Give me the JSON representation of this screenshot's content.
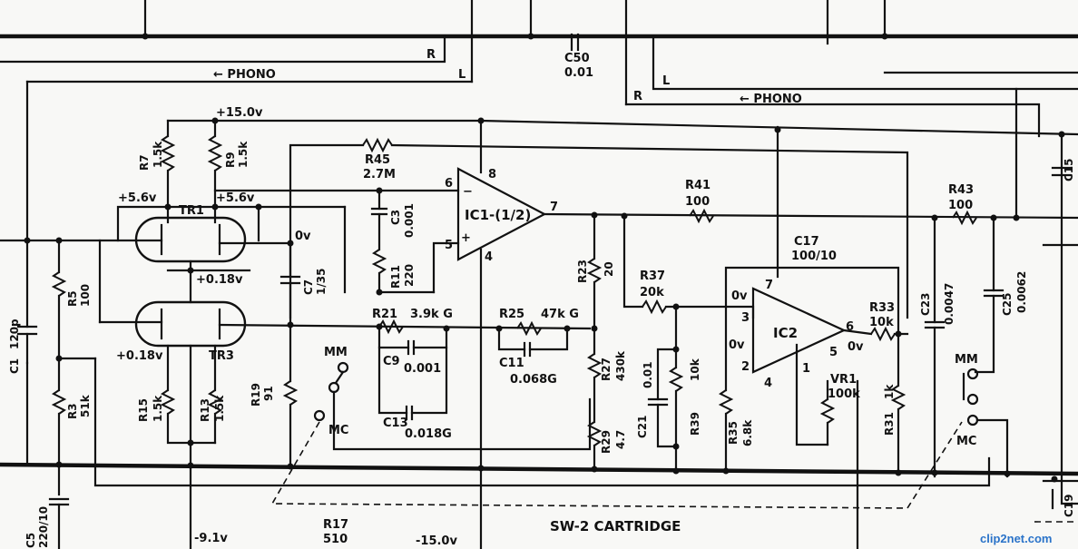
{
  "schematic": {
    "labels": {
      "r_top": "R",
      "l_top": "L",
      "c50": "C50",
      "c50_val": "0.01",
      "phono_left": "← PHONO",
      "phono_right": "← PHONO",
      "r_right": "R",
      "l_right": "L",
      "plus15": "+15.0v",
      "r7": "R7",
      "r7_val": "1.5k",
      "r9": "R9",
      "r9_val": "1.5k",
      "r45": "R45",
      "r45_val": "2.7M",
      "pin6": "6",
      "pin8": "8",
      "pin5": "5",
      "pin4": "4",
      "pin7": "7",
      "ic1": "IC1-(1/2)",
      "c3": "C3",
      "c3_val": "0.001",
      "r11": "R11",
      "r11_val": "220",
      "v56a": "+5.6v",
      "v56b": "+5.6v",
      "tr1": "TR1",
      "tr3": "TR3",
      "ov1": "0v",
      "v018a": "+0.18v",
      "v018b": "+0.18v",
      "c7": "C7",
      "c7_val": "1/35",
      "r5": "R5",
      "r5_val": "100",
      "c1": "C1",
      "c1_val": "120p",
      "r3": "R3",
      "r3_val": "51k",
      "r15": "R15",
      "r15_val": "1.5k",
      "r13": "R13",
      "r13_val": "1.5k",
      "r19": "R19",
      "r19_val": "91",
      "mm_left": "MM",
      "mc_left": "MC",
      "r21": "R21",
      "r21_val": "3.9k G",
      "c9": "C9",
      "c9_val": "0.001",
      "c13": "C13",
      "c13_val": "0.018G",
      "r25": "R25",
      "r25_val": "47k G",
      "c11": "C11",
      "c11_val": "0.068G",
      "r23": "R23",
      "r23_val": "20",
      "r27": "R27",
      "r27_val": "430k",
      "r29": "R29",
      "r29_val": "4.7",
      "r41": "R41",
      "r41_val": "100",
      "r37": "R37",
      "r37_val": "20k",
      "c17": "C17",
      "c17_val": "100/10",
      "ic2": "IC2",
      "ic2_p7": "7",
      "ic2_p3": "3",
      "ic2_p2": "2",
      "ic2_p4": "4",
      "ic2_p1": "1",
      "ic2_p5": "5",
      "ic2_p6": "6",
      "ov_a": "0v",
      "ov_b": "0v",
      "ov_c": "0v",
      "c21": "C21",
      "c21_val": "0.01",
      "r39": "R39",
      "r39_val": "10k",
      "r35": "R35",
      "r35_val": "6.8k",
      "vr1": "VR1",
      "vr1_val": "100k",
      "r33": "R33",
      "r33_val": "10k",
      "r31": "R31",
      "r31_val": "1k",
      "r43": "R43",
      "r43_val": "100",
      "c23": "C23",
      "c23_val": "0.0047",
      "c25": "C25",
      "c25_val": "0.0062",
      "mm_right": "MM",
      "mc_right": "MC",
      "c5": "C5",
      "c5_val": "220/10",
      "v91": "-9.1v",
      "r17": "R17",
      "r17_val": "510",
      "m15": "-15.0v",
      "sw2": "SW-2 CARTRIDGE",
      "c15": "C15",
      "c19": "C19",
      "watermark": "clip2net.com"
    }
  }
}
